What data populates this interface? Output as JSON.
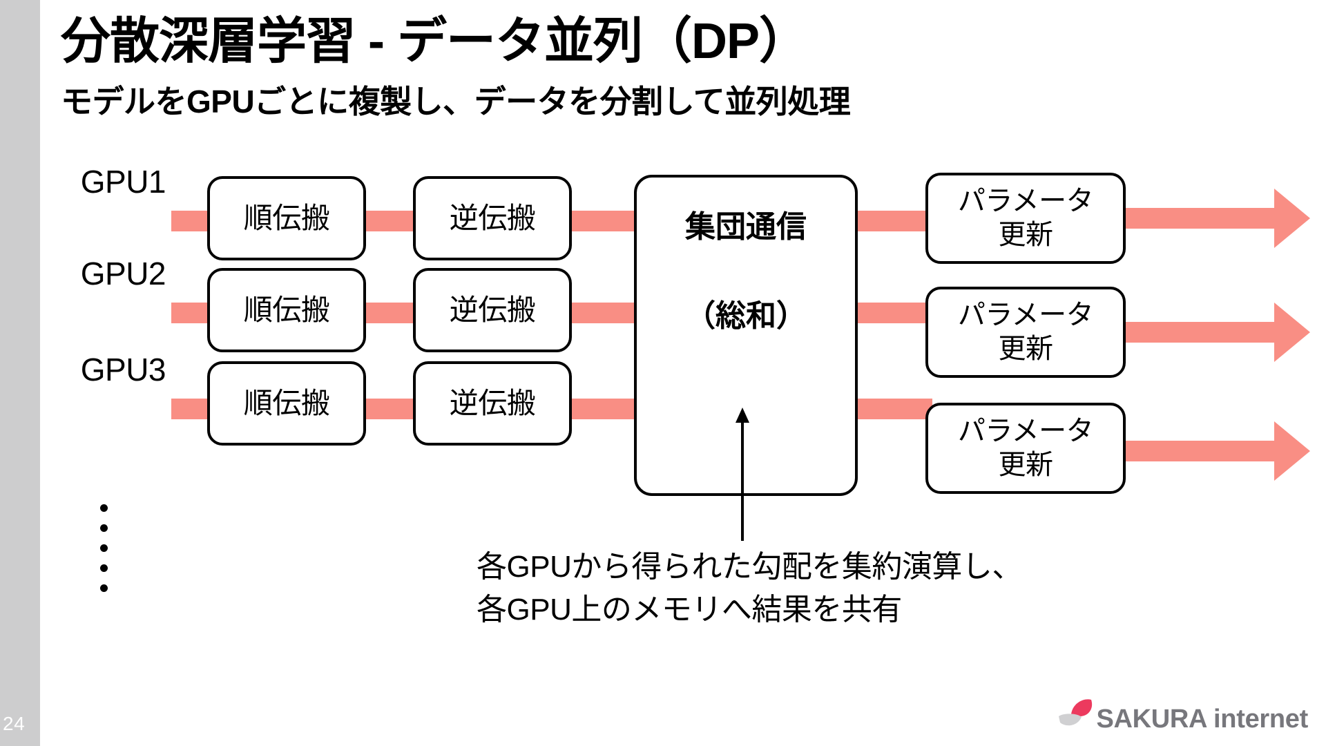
{
  "slide": {
    "title": "分散深層学習 - データ並列（DP）",
    "subtitle": "モデルをGPUごとに複製し、データを分割して並列処理",
    "page_number": "24",
    "background_color": "#ffffff",
    "rail_color": "#cdcdce",
    "accent_color": "#f98e84"
  },
  "diagram": {
    "rows": [
      {
        "gpu_label": "GPU1",
        "stages": [
          {
            "label": "順伝搬"
          },
          {
            "label": "逆伝搬"
          },
          {
            "label_line1": "パラメータ",
            "label_line2": "更新"
          }
        ]
      },
      {
        "gpu_label": "GPU2",
        "stages": [
          {
            "label": "順伝搬"
          },
          {
            "label": "逆伝搬"
          },
          {
            "label_line1": "パラメータ",
            "label_line2": "更新"
          }
        ]
      },
      {
        "gpu_label": "GPU3",
        "stages": [
          {
            "label": "順伝搬"
          },
          {
            "label": "逆伝搬"
          },
          {
            "label_line1": "パラメータ",
            "label_line2": "更新"
          }
        ]
      }
    ],
    "collective_box": {
      "line1": "集団通信",
      "line2": "（総和）"
    },
    "ellipsis_dots": 5,
    "caption": {
      "line1": "各GPUから得られた勾配を集約演算し、",
      "line2": "各GPU上のメモリへ結果を共有"
    }
  },
  "logo": {
    "text": "SAKURA internet",
    "petal_color": "#ec3a5e",
    "leaf_color": "#d0d0d2",
    "text_color": "#77777c"
  }
}
